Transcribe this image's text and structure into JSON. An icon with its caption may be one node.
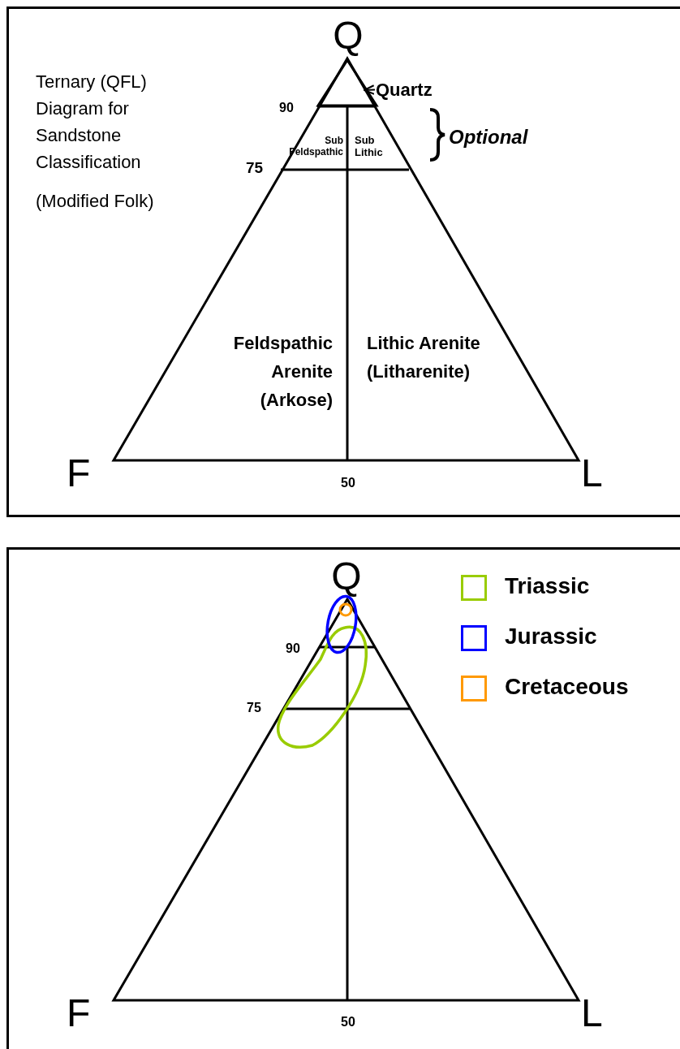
{
  "diagram": {
    "title": "Ternary (QFL) Diagram for Sandstone Classification",
    "nodes": [
      {
        "text": [
          "Quartz"
        ]
      },
      {
        "text": [],
        "shape": "triangle"
      }
    ],
    "edges": [
      {
        "from": 0,
        "to": 1,
        "arrow": "to"
      }
    ],
    "labels": [
      "(Modified Folk)",
      "Q",
      "90",
      "Sub Feldspathic",
      "Sub Lithic",
      "75",
      "Optional",
      "Feldspathic Arenite (Arkose)",
      "Lithic Arenite (Litharenite)",
      "F",
      "50",
      "L",
      "Q",
      "90",
      "75",
      "F",
      "50",
      "L"
    ],
    "legend": [
      {
        "text": "Triassic",
        "color": "#99cc00"
      },
      {
        "text": "Jurassic",
        "color": "#0000ff"
      },
      {
        "text": "Cretaceous",
        "color": "#ff9900"
      }
    ]
  }
}
